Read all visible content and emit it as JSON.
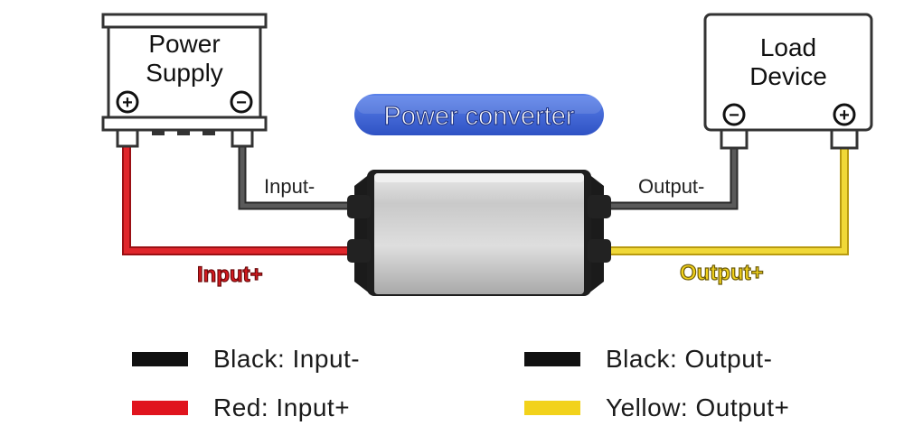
{
  "title": "Power converter",
  "source": {
    "line1": "Power",
    "line2": "Supply",
    "plus": "+",
    "minus": "−"
  },
  "load": {
    "line1": "Load",
    "line2": "Device",
    "plus": "+",
    "minus": "−"
  },
  "wires": {
    "input_minus": "Input-",
    "input_plus": "Input+",
    "output_minus": "Output-",
    "output_plus": "Output+"
  },
  "legend": [
    {
      "label": "Black: Input-",
      "color": "#111111"
    },
    {
      "label": "Red: Input+",
      "color": "#e0141e"
    },
    {
      "label": "Black: Output-",
      "color": "#111111"
    },
    {
      "label": "Yellow: Output+",
      "color": "#f2d21b"
    }
  ],
  "colors": {
    "black_wire": "#4a4a4a",
    "red_wire": "#d61a1f",
    "yellow_wire": "#e8cf2a",
    "title_bg": "#3d63d6"
  }
}
